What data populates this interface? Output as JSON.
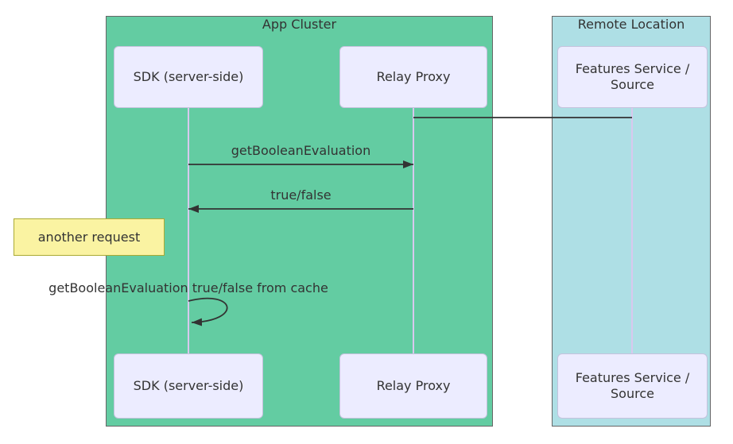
{
  "colors": {
    "app_cluster_fill": "#63CCA2",
    "remote_location_fill": "#AEDFE5",
    "actor_fill": "#ECECFF",
    "actor_border": "#C5C2DD",
    "container_border": "#666666",
    "lifeline": "#D8C8EE",
    "note_fill": "#FAF3A2",
    "note_border": "#AAAA33",
    "arrow": "#333333",
    "text": "#333333",
    "background": "#FFFFFF"
  },
  "diagram": {
    "type": "sequence-diagram",
    "containers": [
      {
        "id": "app-cluster",
        "label": "App Cluster"
      },
      {
        "id": "remote-location",
        "label": "Remote Location"
      }
    ],
    "actors": [
      {
        "id": "sdk",
        "label": "SDK (server-side)",
        "container": "App Cluster"
      },
      {
        "id": "relay-proxy",
        "label": "Relay Proxy",
        "container": "App Cluster"
      },
      {
        "id": "features-service",
        "label": "Features Service / Source",
        "container": "Remote Location"
      }
    ],
    "messages": [
      {
        "from": "relay-proxy",
        "to": "features-service",
        "label": "",
        "style": "plain-line"
      },
      {
        "from": "sdk",
        "to": "relay-proxy",
        "label": "getBooleanEvaluation",
        "style": "solid-arrow"
      },
      {
        "from": "relay-proxy",
        "to": "sdk",
        "label": "true/false",
        "style": "solid-arrow"
      },
      {
        "from": "sdk",
        "to": "sdk",
        "label": "getBooleanEvaluation true/false from cache",
        "style": "self-loop-arrow"
      }
    ],
    "note": {
      "text": "another request",
      "attached_to": "sdk"
    }
  }
}
